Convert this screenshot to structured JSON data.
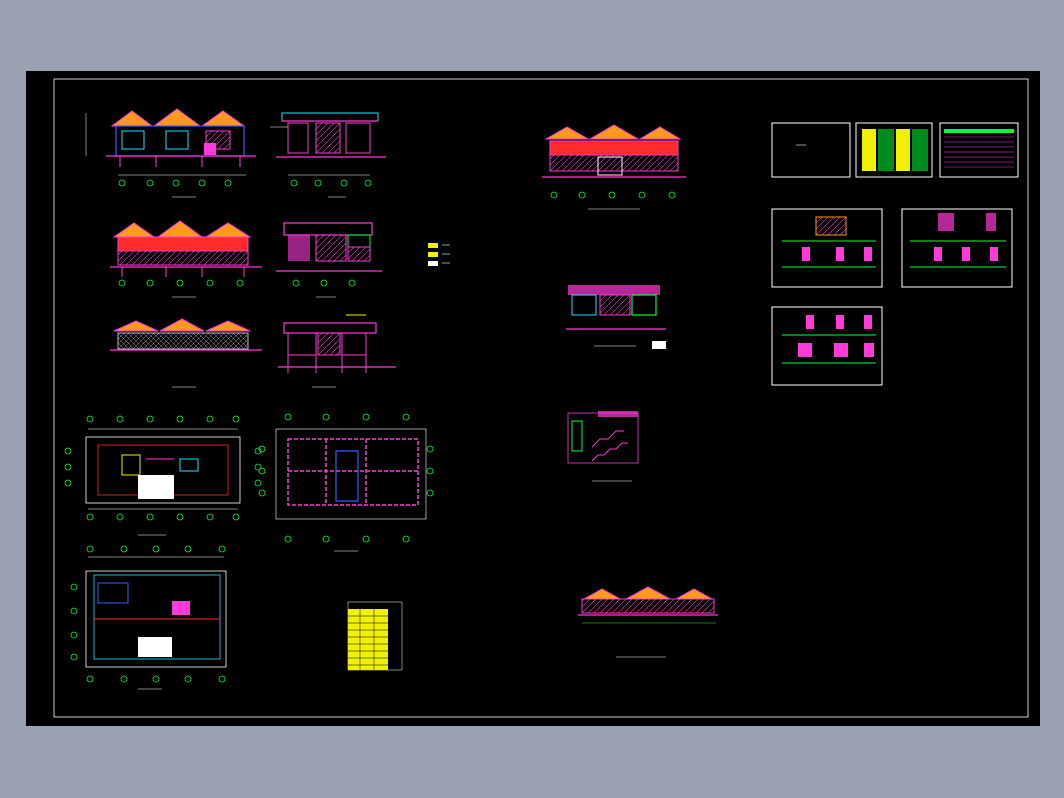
{
  "viewer": {
    "background_color": "#98a2b1",
    "canvas_color": "#000000"
  },
  "palette": {
    "wall": "#ff3ad8",
    "dim": "#ffffff",
    "grid_axis": "#00ff33",
    "cyan": "#19e6ff",
    "blue": "#3a5cff",
    "red": "#ff2a2a",
    "yellow": "#f0f000",
    "orange": "#ff9a1f",
    "magenta": "#ff00ff",
    "green": "#00ff33"
  },
  "drawings": [
    {
      "id": "elev-front",
      "type": "elevation"
    },
    {
      "id": "section-1",
      "type": "section"
    },
    {
      "id": "elev-rear",
      "type": "elevation"
    },
    {
      "id": "section-2",
      "type": "section"
    },
    {
      "id": "elev-side",
      "type": "elevation"
    },
    {
      "id": "section-3",
      "type": "section"
    },
    {
      "id": "plan-ground",
      "type": "floor-plan"
    },
    {
      "id": "plan-roof",
      "type": "floor-plan"
    },
    {
      "id": "plan-upper",
      "type": "floor-plan"
    },
    {
      "id": "door-window-table",
      "type": "schedule-table"
    },
    {
      "id": "big-elevation",
      "type": "elevation"
    },
    {
      "id": "section-detail-a",
      "type": "section"
    },
    {
      "id": "stair-detail",
      "type": "section"
    },
    {
      "id": "long-elevation",
      "type": "elevation"
    },
    {
      "id": "sheet-cover",
      "type": "title-sheet"
    },
    {
      "id": "sheet-table-1",
      "type": "schedule-sheet"
    },
    {
      "id": "sheet-table-2",
      "type": "schedule-sheet"
    },
    {
      "id": "sheet-details-1",
      "type": "detail-sheet"
    },
    {
      "id": "sheet-details-2",
      "type": "detail-sheet"
    },
    {
      "id": "sheet-details-3",
      "type": "detail-sheet"
    }
  ]
}
